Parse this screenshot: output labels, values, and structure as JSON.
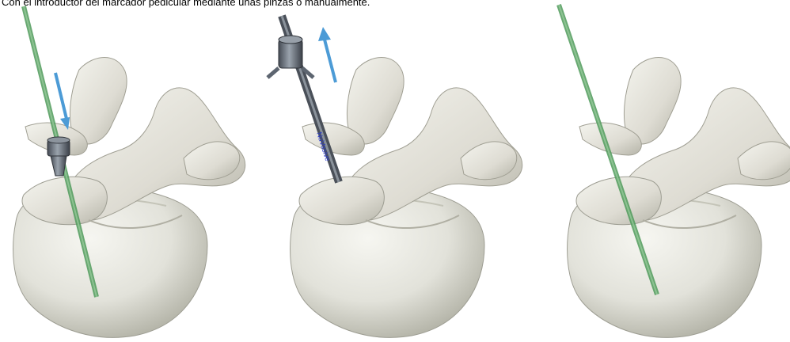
{
  "caption": {
    "text": "Con el introductor del marcador pedicular mediante unas pinzas o manualmente."
  },
  "figure": {
    "panels": [
      {
        "step": "insert",
        "arrow": "down"
      },
      {
        "step": "withdraw-introducer",
        "arrow": "up",
        "introducer_label": "NuVasive"
      },
      {
        "step": "marker-in-place",
        "arrow": "none"
      }
    ],
    "colors": {
      "bone": "#e8e8e0",
      "bone_shadow": "#b9b9ad",
      "marker_green": "#4f9a5a",
      "instrument_gray": "#5d6570",
      "arrow_blue": "#4c9bd6",
      "label_blue": "#2a3bd1"
    }
  }
}
